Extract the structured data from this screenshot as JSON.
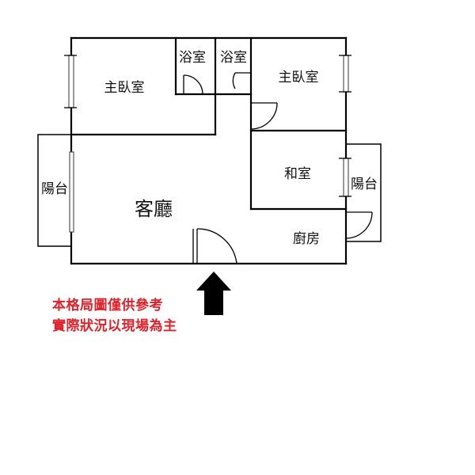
{
  "rooms": {
    "master_bedroom_left": "主臥室",
    "bath_1": "浴室",
    "bath_2": "浴室",
    "master_bedroom_right": "主臥室",
    "balcony_left": "陽台",
    "living_room": "客廳",
    "japanese_room": "和室",
    "balcony_right": "陽台",
    "kitchen": "廚房"
  },
  "notice": {
    "line1": "本格局圖僅供參考",
    "line2": "實際狀況以現場為主",
    "color": "#e0202a"
  },
  "entrance_arrow": {
    "icon": "entrance-arrow-icon",
    "color": "#000000"
  }
}
